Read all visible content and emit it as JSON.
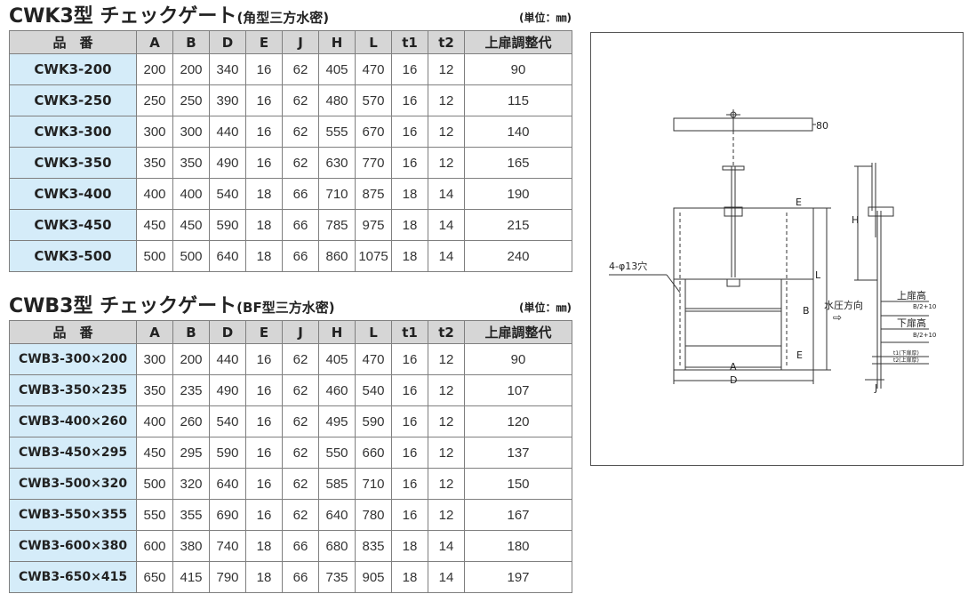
{
  "table1": {
    "title_main": "CWK3型 チェックゲート",
    "title_sub": "(角型三方水密)",
    "unit": "(単位：㎜)",
    "headers": [
      "品　番",
      "A",
      "B",
      "D",
      "E",
      "J",
      "H",
      "L",
      "t1",
      "t2",
      "上扉調整代"
    ],
    "rows": [
      [
        "CWK3-200",
        "200",
        "200",
        "340",
        "16",
        "62",
        "405",
        "470",
        "16",
        "12",
        "90"
      ],
      [
        "CWK3-250",
        "250",
        "250",
        "390",
        "16",
        "62",
        "480",
        "570",
        "16",
        "12",
        "115"
      ],
      [
        "CWK3-300",
        "300",
        "300",
        "440",
        "16",
        "62",
        "555",
        "670",
        "16",
        "12",
        "140"
      ],
      [
        "CWK3-350",
        "350",
        "350",
        "490",
        "16",
        "62",
        "630",
        "770",
        "16",
        "12",
        "165"
      ],
      [
        "CWK3-400",
        "400",
        "400",
        "540",
        "18",
        "66",
        "710",
        "875",
        "18",
        "14",
        "190"
      ],
      [
        "CWK3-450",
        "450",
        "450",
        "590",
        "18",
        "66",
        "785",
        "975",
        "18",
        "14",
        "215"
      ],
      [
        "CWK3-500",
        "500",
        "500",
        "640",
        "18",
        "66",
        "860",
        "1075",
        "18",
        "14",
        "240"
      ]
    ]
  },
  "table2": {
    "title_main": "CWB3型 チェックゲート",
    "title_sub": "(BF型三方水密)",
    "unit": "(単位：㎜)",
    "headers": [
      "品　番",
      "A",
      "B",
      "D",
      "E",
      "J",
      "H",
      "L",
      "t1",
      "t2",
      "上扉調整代"
    ],
    "rows": [
      [
        "CWB3-300×200",
        "300",
        "200",
        "440",
        "16",
        "62",
        "405",
        "470",
        "16",
        "12",
        "90"
      ],
      [
        "CWB3-350×235",
        "350",
        "235",
        "490",
        "16",
        "62",
        "460",
        "540",
        "16",
        "12",
        "107"
      ],
      [
        "CWB3-400×260",
        "400",
        "260",
        "540",
        "16",
        "62",
        "495",
        "590",
        "16",
        "12",
        "120"
      ],
      [
        "CWB3-450×295",
        "450",
        "295",
        "590",
        "16",
        "62",
        "550",
        "660",
        "16",
        "12",
        "137"
      ],
      [
        "CWB3-500×320",
        "500",
        "320",
        "640",
        "16",
        "62",
        "585",
        "710",
        "16",
        "12",
        "150"
      ],
      [
        "CWB3-550×355",
        "550",
        "355",
        "690",
        "16",
        "62",
        "640",
        "780",
        "16",
        "12",
        "167"
      ],
      [
        "CWB3-600×380",
        "600",
        "380",
        "740",
        "18",
        "66",
        "680",
        "835",
        "18",
        "14",
        "180"
      ],
      [
        "CWB3-650×415",
        "650",
        "415",
        "790",
        "18",
        "66",
        "735",
        "905",
        "18",
        "14",
        "197"
      ]
    ]
  },
  "diagram": {
    "label_80": "80",
    "label_E_top": "E",
    "label_E_bottom": "E",
    "label_holes": "4-φ13穴",
    "label_L": "L",
    "label_B": "B",
    "label_A": "A",
    "label_D": "D",
    "label_H": "H",
    "label_J": "J",
    "label_water": "水圧方向",
    "label_arrow": "⇨",
    "label_upper": "上扉高",
    "label_upper_sub": "B/2+10",
    "label_lower": "下扉高",
    "label_lower_sub": "B/2+10",
    "label_t1": "t1(下扉厚)",
    "label_t2": "t2(上扉厚)"
  }
}
